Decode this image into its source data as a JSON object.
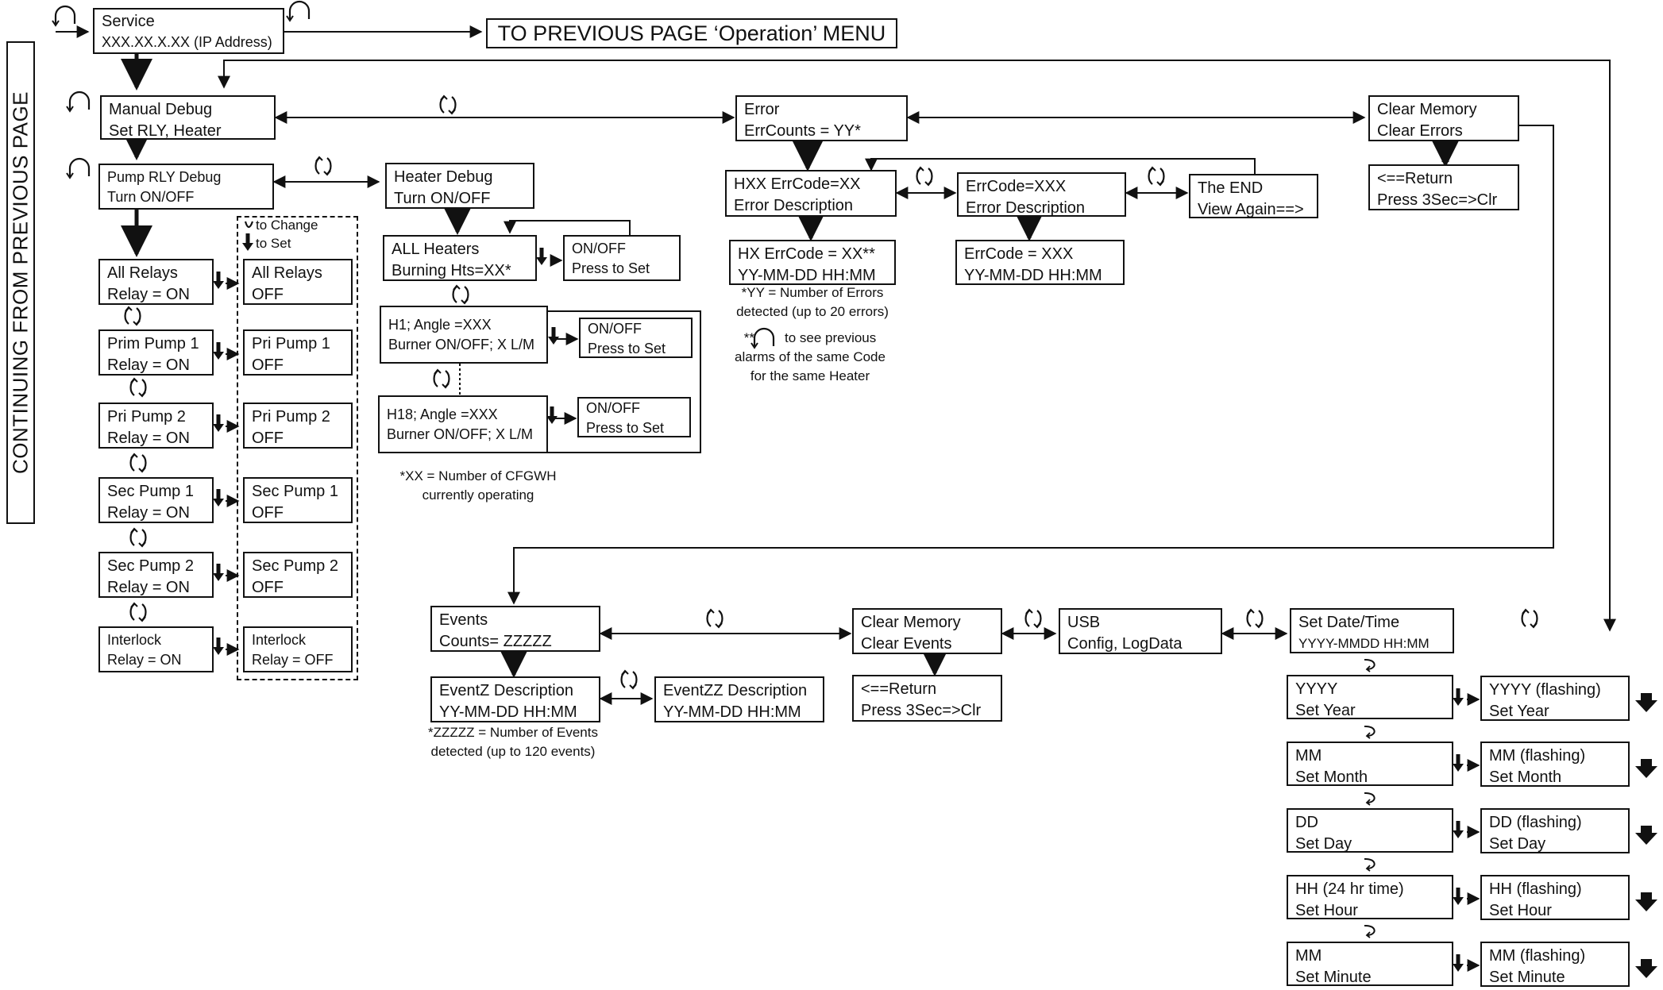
{
  "side_label": "CONTINUING FROM PREVIOUS PAGE",
  "header_link": "TO PREVIOUS PAGE ‘Operation’ MENU",
  "boxes": {
    "service": [
      "Service",
      "XXX.XX.X.XX (IP Address)"
    ],
    "manual_debug": [
      "Manual Debug",
      "Set RLY, Heater"
    ],
    "pump_rly_debug": [
      "Pump RLY Debug",
      "Turn ON/OFF"
    ],
    "heater_debug": [
      "Heater Debug",
      "Turn ON/OFF"
    ],
    "all_relays": [
      "All Relays",
      "Relay = ON"
    ],
    "all_relays_off": [
      "All Relays",
      "OFF"
    ],
    "prim_pump1": [
      "Prim Pump 1",
      "Relay = ON"
    ],
    "pri_pump1_off": [
      "Pri Pump 1",
      "OFF"
    ],
    "pri_pump2": [
      "Pri Pump 2",
      "Relay = ON"
    ],
    "pri_pump2_off": [
      "Pri Pump 2",
      "OFF"
    ],
    "sec_pump1": [
      "Sec Pump 1",
      "Relay = ON"
    ],
    "sec_pump1_off": [
      "Sec Pump 1",
      "OFF"
    ],
    "sec_pump2": [
      "Sec Pump 2",
      "Relay = ON"
    ],
    "sec_pump2_off": [
      "Sec Pump 2",
      "OFF"
    ],
    "interlock": [
      "Interlock",
      "Relay = ON"
    ],
    "interlock_off": [
      "Interlock",
      "Relay = OFF"
    ],
    "all_heaters": [
      "ALL Heaters",
      "Burning Hts=XX*"
    ],
    "onoff_1": [
      "ON/OFF",
      "Press to Set"
    ],
    "h1": [
      "H1; Angle =XXX",
      "Burner ON/OFF; X L/M"
    ],
    "onoff_2": [
      "ON/OFF",
      "Press to Set"
    ],
    "h18": [
      "H18; Angle =XXX",
      "Burner ON/OFF; X L/M"
    ],
    "onoff_3": [
      "ON/OFF",
      "Press to Set"
    ],
    "error": [
      "Error",
      "ErrCounts = YY*"
    ],
    "hxx_errcode": [
      "HXX ErrCode=XX",
      "Error Description"
    ],
    "errcode_xxx": [
      "ErrCode=XXX",
      "Error Description"
    ],
    "the_end": [
      "The END",
      "View Again==>"
    ],
    "hx_errcode": [
      "HX ErrCode = XX**",
      "YY-MM-DD  HH:MM"
    ],
    "errcode_date": [
      "ErrCode = XXX",
      "YY-MM-DD HH:MM"
    ],
    "clear_memory_errors": [
      "Clear Memory",
      "Clear Errors"
    ],
    "return_errors": [
      "<==Return",
      "Press    3Sec=>Clr"
    ],
    "events": [
      "Events",
      "Counts=   ZZZZZ"
    ],
    "eventz_desc": [
      "EventZ Description",
      "YY-MM-DD  HH:MM"
    ],
    "eventzz_desc": [
      "EventZZ Description",
      "YY-MM-DD  HH:MM"
    ],
    "clear_memory_events": [
      "Clear Memory",
      "Clear Events"
    ],
    "return_events": [
      "<==Return",
      "Press    3Sec=>Clr"
    ],
    "usb": [
      "USB",
      "Config,  LogData"
    ],
    "set_datetime": [
      "Set    Date/Time",
      "YYYY-MMDD  HH:MM"
    ],
    "yyyy": [
      "YYYY",
      "Set Year"
    ],
    "yyyy_flash": [
      "YYYY (flashing)",
      "Set Year"
    ],
    "mm": [
      "MM",
      "Set Month"
    ],
    "mm_flash": [
      "MM (flashing)",
      "Set Month"
    ],
    "dd": [
      "DD",
      "Set Day"
    ],
    "dd_flash": [
      "DD (flashing)",
      "Set Day"
    ],
    "hh": [
      "HH (24 hr time)",
      "Set Hour"
    ],
    "hh_flash": [
      "HH (flashing)",
      "Set Hour"
    ],
    "min": [
      "MM",
      "Set Minute"
    ],
    "min_flash": [
      "MM (flashing)",
      "Set Minute"
    ]
  },
  "notes": {
    "legend": [
      "to Change",
      "to Set"
    ],
    "xx_note": [
      "*XX = Number of CFGWH",
      "currently operating"
    ],
    "yy_note": [
      "*YY = Number of Errors",
      "detected (up to 20 errors)"
    ],
    "prev_alarm_note": [
      "**",
      "to see previous",
      "alarms of the same Code",
      "for the same Heater"
    ],
    "zzzzz_note": [
      "*ZZZZZ = Number of Events",
      "detected (up to 120 events)"
    ]
  },
  "icons": {
    "back": "back-arrow-icon",
    "rotate": "rotate-knob-icon",
    "press": "press-down-icon",
    "turn": "turn-icon"
  }
}
